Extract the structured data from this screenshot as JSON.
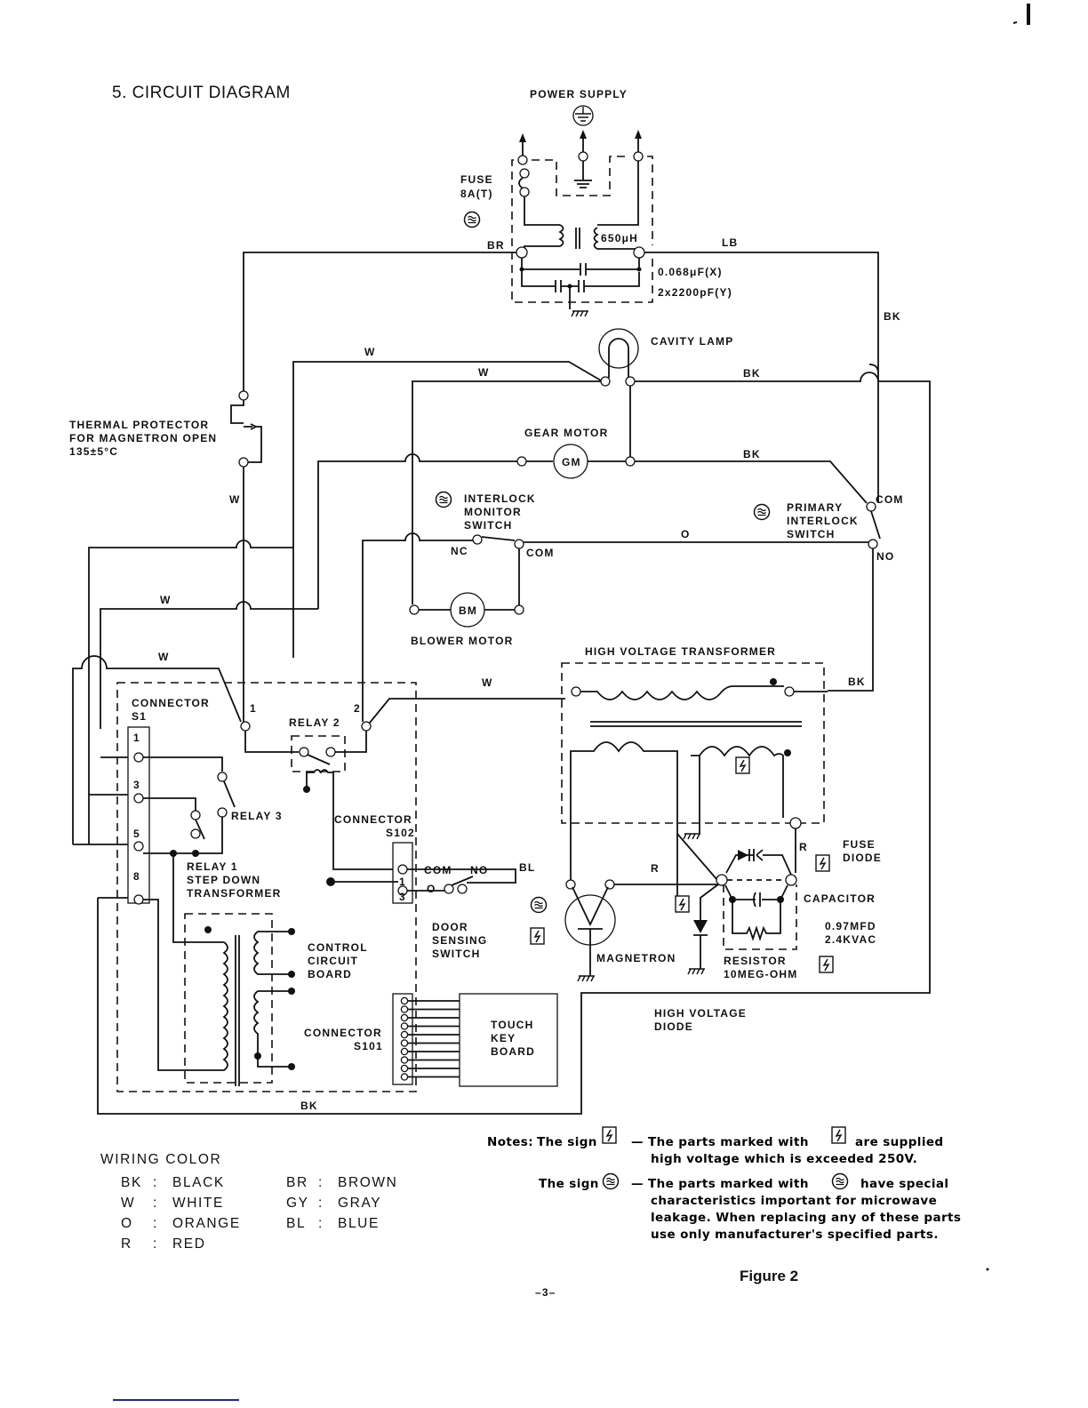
{
  "page": {
    "section_title": "5. CIRCUIT DIAGRAM",
    "figure_label": "Figure 2",
    "page_number": "–3–"
  },
  "power": {
    "label": "POWER SUPPLY",
    "fuse_label": "FUSE",
    "fuse_rating": "8A(T)",
    "inductor": "650μH",
    "cap_x": "0.068μF(X)",
    "cap_y": "2x2200pF(Y)"
  },
  "wires": {
    "BR": "BR",
    "LB": "LB",
    "BK": "BK",
    "W": "W",
    "O": "O",
    "R": "R",
    "BL": "BL"
  },
  "components": {
    "cavity_lamp": "CAVITY LAMP",
    "thermal_protector": [
      "THERMAL PROTECTOR",
      "FOR MAGNETRON OPEN",
      "135±5°C"
    ],
    "gear_motor": "GEAR MOTOR",
    "gear_motor_symbol": "GM",
    "interlock_monitor": [
      "INTERLOCK",
      "MONITOR",
      "SWITCH"
    ],
    "primary_interlock": [
      "PRIMARY",
      "INTERLOCK",
      "SWITCH"
    ],
    "blower_motor": "BLOWER MOTOR",
    "blower_motor_symbol": "BM",
    "nc": "NC",
    "com": "COM",
    "no": "NO",
    "hv_transformer": "HIGH VOLTAGE TRANSFORMER",
    "connector_s1": [
      "CONNECTOR",
      "S1"
    ],
    "s1_pins": [
      "1",
      "3",
      "5",
      "8"
    ],
    "relay1": [
      "RELAY 1",
      "STEP DOWN",
      "TRANSFORMER"
    ],
    "relay2": "RELAY 2",
    "relay3": "RELAY 3",
    "relay_pin_1": "1",
    "relay_pin_2": "2",
    "connector_s102": [
      "CONNECTOR",
      "S102"
    ],
    "s102_pins": [
      "1",
      "3"
    ],
    "door_switch": [
      "DOOR",
      "SENSING",
      "SWITCH"
    ],
    "control_board": [
      "CONTROL",
      "CIRCUIT",
      "BOARD"
    ],
    "connector_s101": [
      "CONNECTOR",
      "S101"
    ],
    "touch_key": [
      "TOUCH",
      "KEY",
      "BOARD"
    ],
    "fuse_diode": [
      "FUSE",
      "DIODE"
    ],
    "capacitor": "CAPACITOR",
    "capacitor_rating": [
      "0.97MFD",
      "2.4KVAC"
    ],
    "resistor": [
      "RESISTOR",
      "10MEG-OHM"
    ],
    "magnetron": "MAGNETRON",
    "hv_diode": [
      "HIGH VOLTAGE",
      "DIODE"
    ]
  },
  "wiring_color": {
    "title": "WIRING COLOR",
    "entries": [
      {
        "code": "BK",
        "name": "BLACK"
      },
      {
        "code": "W",
        "name": "WHITE"
      },
      {
        "code": "O",
        "name": "ORANGE"
      },
      {
        "code": "R",
        "name": "RED"
      },
      {
        "code": "BR",
        "name": "BROWN"
      },
      {
        "code": "GY",
        "name": "GRAY"
      },
      {
        "code": "BL",
        "name": "BLUE"
      }
    ]
  },
  "notes": {
    "prefix": "Notes:",
    "sign_hv_intro": "The sign",
    "sign_hv_text": [
      "—  The  parts  marked  with",
      "are  supplied",
      "high  voltage  which  is  exceeded  250V."
    ],
    "sign_special_intro": "The sign",
    "sign_special_text": [
      "—  The  parts  marked  with",
      "have  special",
      "characteristics  important  for  microwave",
      "leakage. When replacing any of these parts",
      "use  only  manufacturer's  specified  parts."
    ]
  },
  "icons": {
    "ground": "earth-ground-icon",
    "hv_warning": "high-voltage-warning-icon",
    "special_part": "special-characteristic-icon"
  }
}
